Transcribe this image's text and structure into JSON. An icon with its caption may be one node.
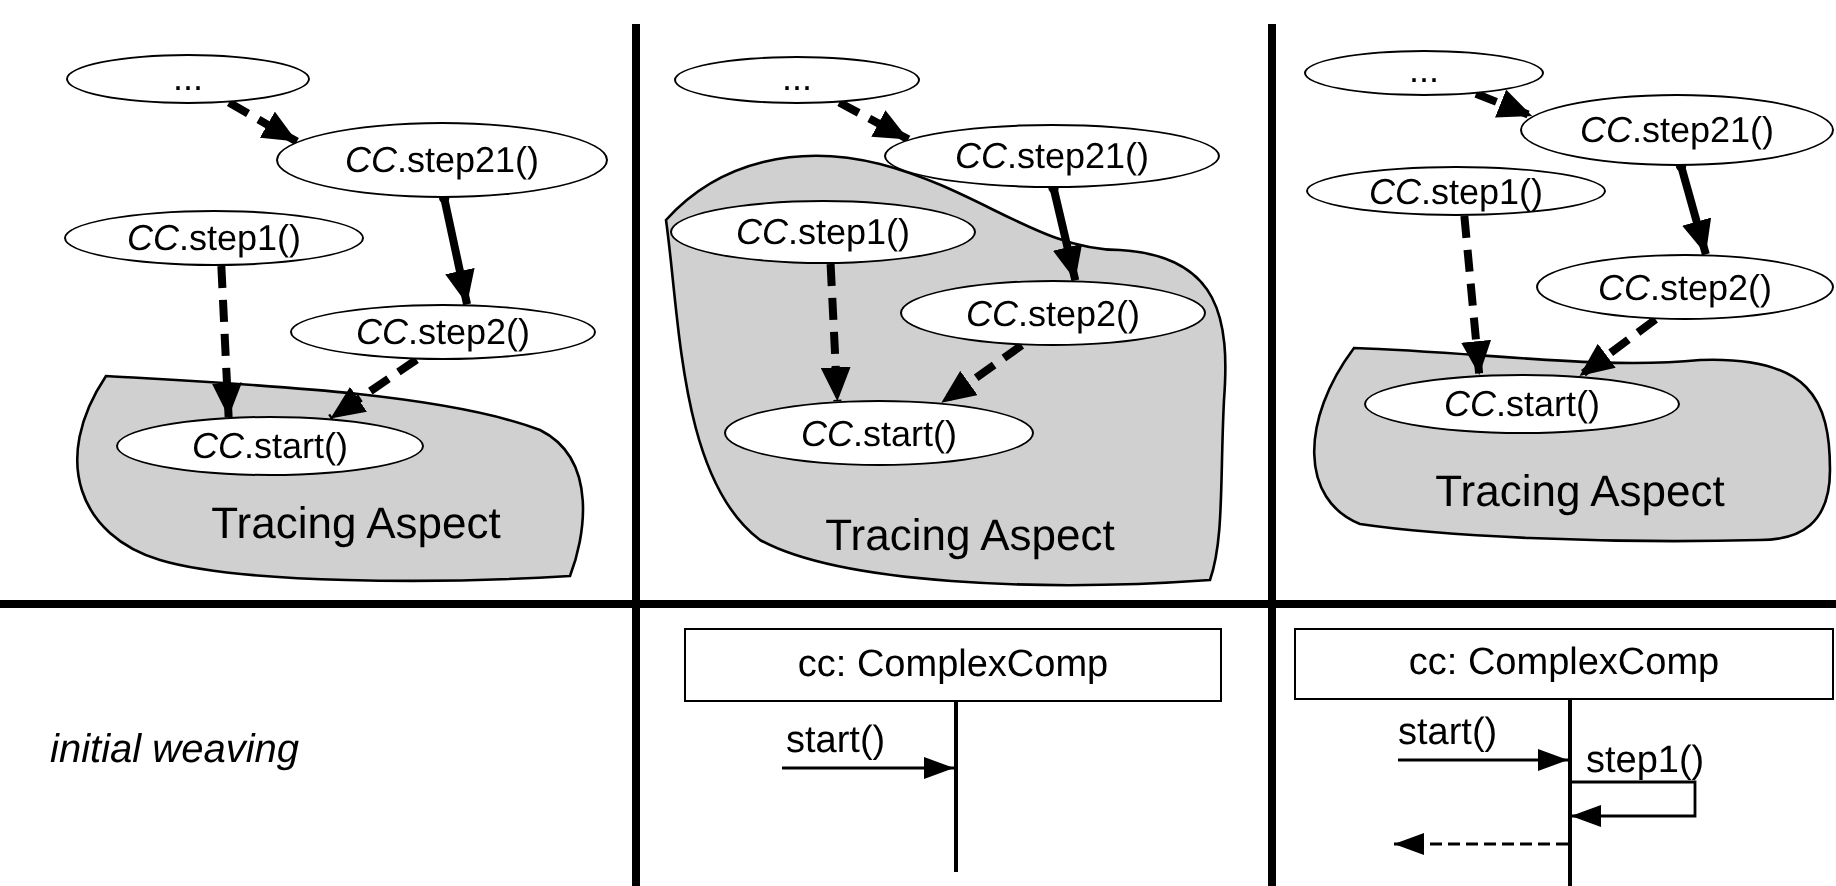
{
  "diagram": {
    "nodes": [
      {
        "text": [
          "..."
        ]
      },
      {
        "text": [
          "*CC*.step21()"
        ]
      },
      {
        "text": [
          "*CC*.step1()"
        ]
      },
      {
        "text": [
          "*CC*.step2()"
        ]
      },
      {
        "text": [
          "Tracing Aspect"
        ]
      },
      {
        "text": [
          "*CC*.start()"
        ],
        "in": 4
      },
      {
        "text": [
          "..."
        ]
      },
      {
        "text": [
          "*CC*.step21()"
        ]
      },
      {
        "text": [
          "Tracing Aspect"
        ]
      },
      {
        "text": [
          "*CC*.step1()"
        ],
        "in": 8
      },
      {
        "text": [
          "*CC*.step2()"
        ],
        "in": 8
      },
      {
        "text": [
          "*CC*.start()"
        ],
        "in": 8
      },
      {
        "text": [
          "..."
        ]
      },
      {
        "text": [
          "*CC*.step21()"
        ]
      },
      {
        "text": [
          "*CC*.step1()"
        ]
      },
      {
        "text": [
          "*CC*.step2()"
        ]
      },
      {
        "text": [
          "Tracing Aspect"
        ]
      },
      {
        "text": [
          "*CC*.start()"
        ],
        "in": 16
      },
      {
        "text": [
          "cc: ComplexComp"
        ]
      },
      {
        "text": [],
        "shape": "bar"
      },
      {
        "text": [
          "cc: ComplexComp"
        ]
      },
      {
        "text": [],
        "shape": "bar"
      }
    ],
    "edges": [
      {
        "from": 0,
        "to": 1,
        "arrow": "to",
        "style": "dashed"
      },
      {
        "from": 1,
        "to": 3,
        "arrow": "to"
      },
      {
        "from": 2,
        "to": 5,
        "arrow": "to",
        "style": "dashed"
      },
      {
        "from": 3,
        "to": 5,
        "arrow": "to",
        "style": "dashed"
      },
      {
        "from": 6,
        "to": 7,
        "arrow": "to",
        "style": "dashed"
      },
      {
        "from": 7,
        "to": 10,
        "arrow": "to"
      },
      {
        "from": 9,
        "to": 11,
        "arrow": "to",
        "style": "dashed"
      },
      {
        "from": 10,
        "to": 11,
        "arrow": "to",
        "style": "dashed"
      },
      {
        "from": 12,
        "to": 13,
        "arrow": "to",
        "style": "dashed"
      },
      {
        "from": 13,
        "to": 15,
        "arrow": "to"
      },
      {
        "from": 14,
        "to": 17,
        "arrow": "to",
        "style": "dashed"
      },
      {
        "from": 15,
        "to": 17,
        "arrow": "to",
        "style": "dashed"
      },
      {
        "from": null,
        "to": 19,
        "arrow": "to",
        "label": "start()"
      },
      {
        "from": null,
        "to": 21,
        "arrow": "to",
        "label": "start()"
      },
      {
        "from": 21,
        "to": 21,
        "arrow": "to",
        "label": "step1()"
      },
      {
        "from": 21,
        "to": null,
        "arrow": "to",
        "style": "dashed"
      }
    ],
    "labels": [
      "initial weaving"
    ]
  }
}
